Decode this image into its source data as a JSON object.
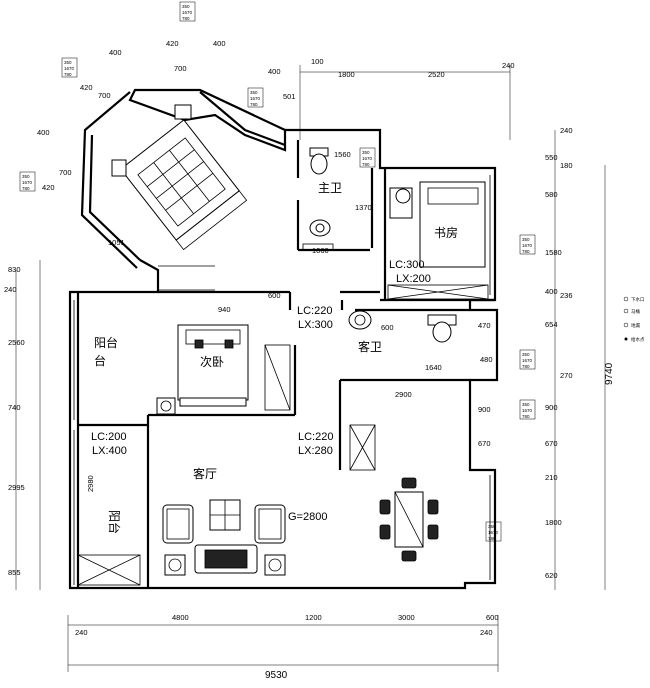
{
  "rooms": {
    "master_bath": "主卫",
    "study": "书房",
    "balcony_upper": "阳台",
    "bedroom": "次卧",
    "guest_bath": "客卫",
    "living": "客厅",
    "balcony_lower": "阳台"
  },
  "codes": {
    "study_lc": "LC:300",
    "study_lx": "LX:200",
    "bedroom_lc": "LC:220",
    "bedroom_lx": "LX:300",
    "balcony_lc": "LC:200",
    "balcony_lx": "LX:400",
    "living_lc": "LC:220",
    "living_lx": "LX:280",
    "living_g": "G=2800"
  },
  "dimensions": {
    "total_width": "9530",
    "total_height": "9740",
    "bottom": [
      "240",
      "4800",
      "1200",
      "3000",
      "600",
      "240"
    ],
    "top": [
      "100",
      "1800",
      "2520",
      "240"
    ],
    "octagon": [
      "420",
      "400",
      "700",
      "400",
      "420",
      "700",
      "400",
      "420",
      "700",
      "400",
      "501",
      "1051"
    ],
    "left": [
      "830",
      "240",
      "2560",
      "740",
      "2995",
      "855"
    ],
    "right": [
      "240",
      "550",
      "180",
      "580",
      "1580",
      "400",
      "236",
      "654",
      "270",
      "900",
      "670",
      "210",
      "1800",
      "620"
    ],
    "interior": [
      "1560",
      "1370",
      "1060",
      "600",
      "940",
      "2900",
      "1640",
      "470",
      "600",
      "480",
      "2980",
      "900",
      "670"
    ]
  },
  "elevation_tags": [
    "350",
    "1670",
    "780"
  ],
  "legend": [
    "下水口",
    "马桶",
    "地漏",
    "给水点"
  ]
}
